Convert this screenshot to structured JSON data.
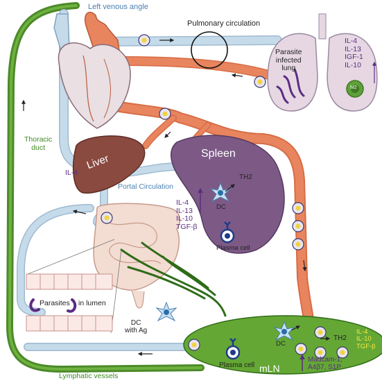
{
  "labels": {
    "left_venous_angle": "Left venous angle",
    "pulmonary_circulation": "Pulmonary circulation",
    "lung": [
      "Parasite",
      "infected",
      "lung"
    ],
    "lung_cytokines": [
      "IL-4",
      "IL-13",
      "IGF-1",
      "IL-10"
    ],
    "m2": "M2",
    "thoracic_duct": [
      "Thoracic",
      "duct"
    ],
    "il4_liver": "IL-4",
    "liver": "Liver",
    "spleen": "Spleen",
    "th2_spleen": "TH2",
    "dc_spleen": "DC",
    "plasma_spleen": "Plasma cell",
    "portal_circulation": "Portal Circulation",
    "spleen_cytokines": [
      "IL-4",
      "IL-13",
      "IL-10",
      "TGF-β"
    ],
    "parasites_a": "Parasites",
    "parasites_b": "in lumen",
    "dc_ag": [
      "DC",
      "with Ag"
    ],
    "plasma_mln": "Plasma cell",
    "mln": "mLN",
    "dc_mln": "DC",
    "th2_mln": "TH2",
    "mln_cytokines": [
      "IL-4",
      "IL-10",
      "TGF-β"
    ],
    "homing": [
      "Madcam-1,",
      "A4β7, S1P"
    ],
    "lymphatic_vessels": "Lymphatic vessels"
  },
  "colors": {
    "artery": "#e8855e",
    "vein": "#c5dbea",
    "lymph": "#4c8a2a",
    "spleen": "#7d5a86",
    "liver": "#8a4a40",
    "lung": "#e6d7e3",
    "mln": "#64a735",
    "cytokine_purple": "#5b2c83",
    "cytokine_yellow": "#f4ea42"
  }
}
